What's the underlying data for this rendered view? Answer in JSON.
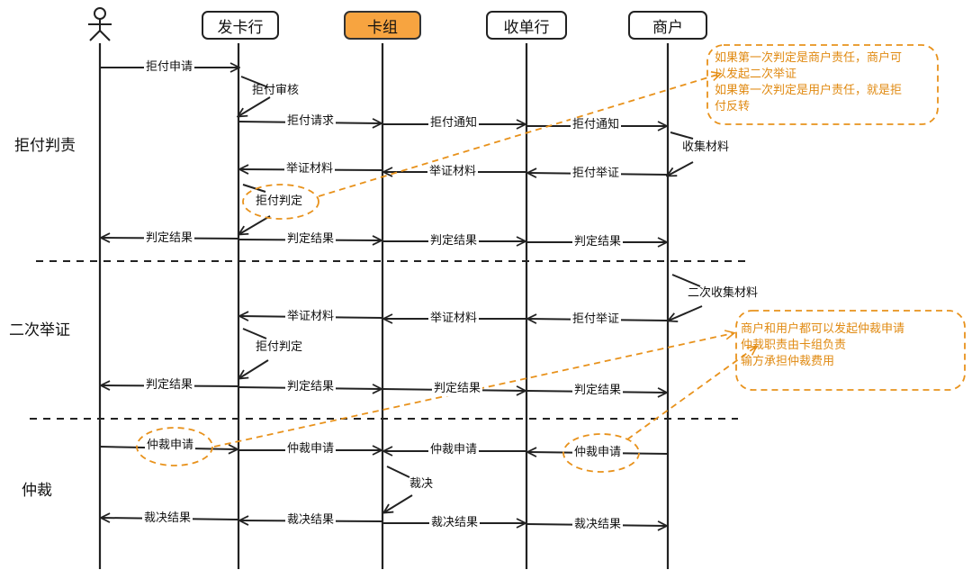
{
  "colors": {
    "accent": "#f7a440",
    "annotation": "#e8921c",
    "ink": "#222222"
  },
  "user_icon": "stick-figure-icon",
  "actors": {
    "issuer": "发卡行",
    "card_org": "卡组",
    "acquirer": "收单行",
    "merchant": "商户"
  },
  "phases": {
    "chargeback": "拒付判责",
    "second": "二次举证",
    "arbitration": "仲裁"
  },
  "messages": {
    "m1": "拒付申请",
    "m2": "拒付审核",
    "m3": "拒付请求",
    "m4": "拒付通知",
    "m5": "拒付通知",
    "m6": "收集材料",
    "m7": "拒付举证",
    "m8": "举证材料",
    "m9": "举证材料",
    "m10": "拒付判定",
    "m11": "判定结果",
    "m12": "判定结果",
    "m13": "判定结果",
    "m14": "判定结果",
    "m15": "二次收集材料",
    "m16": "拒付举证",
    "m17": "举证材料",
    "m18": "举证材料",
    "m19": "拒付判定",
    "m20": "判定结果",
    "m21": "判定结果",
    "m22": "判定结果",
    "m23": "判定结果",
    "m24": "仲裁申请",
    "m25": "仲裁申请",
    "m26": "仲裁申请",
    "m27": "仲裁申请",
    "m28": "裁决",
    "m29": "裁决结果",
    "m30": "裁决结果",
    "m31": "裁决结果",
    "m32": "裁决结果"
  },
  "notes": {
    "note1": [
      "如果第一次判定是商户责任，商户可",
      "以发起二次举证",
      "如果第一次判定是用户责任，就是拒",
      "付反转"
    ],
    "note2": [
      "商户和用户都可以发起仲裁申请",
      "仲裁职责由卡组负责",
      "输方承担仲裁费用"
    ]
  }
}
